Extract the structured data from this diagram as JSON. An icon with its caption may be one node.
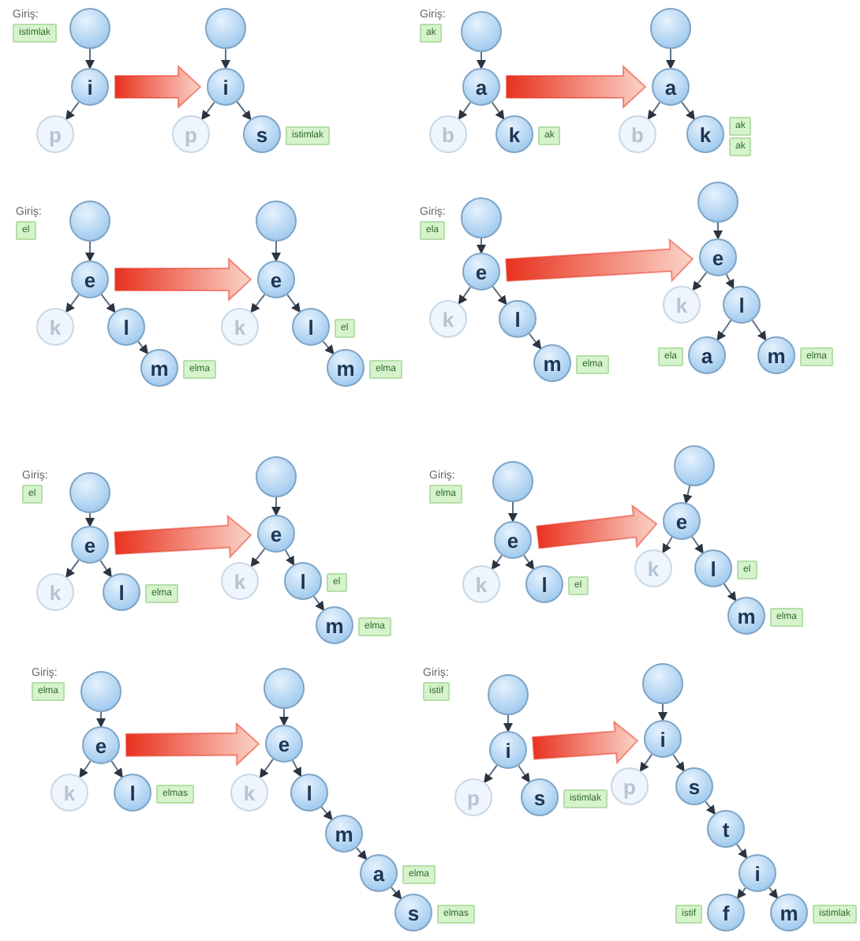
{
  "diagram": {
    "nodes": [
      {
        "text": [
          "Giriş:",
          "istimlak"
        ]
      },
      {
        "text": [],
        "shape": "circle"
      },
      {
        "text": [
          "i"
        ]
      },
      {
        "text": [
          "p"
        ]
      },
      {
        "text": [],
        "shape": "circle"
      },
      {
        "text": [
          "i"
        ]
      },
      {
        "text": [
          "p"
        ]
      },
      {
        "text": [
          "s"
        ]
      },
      {
        "text": [
          "istimlak"
        ]
      },
      {
        "text": [
          "Giriş:",
          "ak"
        ]
      },
      {
        "text": [],
        "shape": "circle"
      },
      {
        "text": [
          "a"
        ]
      },
      {
        "text": [
          "b"
        ]
      },
      {
        "text": [
          "k"
        ]
      },
      {
        "text": [
          "ak"
        ]
      },
      {
        "text": [],
        "shape": "circle"
      },
      {
        "text": [
          "a"
        ]
      },
      {
        "text": [
          "b"
        ]
      },
      {
        "text": [
          "k"
        ]
      },
      {
        "text": [
          "ak"
        ]
      },
      {
        "text": [
          "ak"
        ]
      },
      {
        "text": [
          "Giriş:",
          "el"
        ]
      },
      {
        "text": [],
        "shape": "circle"
      },
      {
        "text": [
          "e"
        ]
      },
      {
        "text": [
          "k"
        ]
      },
      {
        "text": [
          "l"
        ]
      },
      {
        "text": [
          "m"
        ]
      },
      {
        "text": [
          "elma"
        ]
      },
      {
        "text": [],
        "shape": "circle"
      },
      {
        "text": [
          "e"
        ]
      },
      {
        "text": [
          "k"
        ]
      },
      {
        "text": [
          "l"
        ]
      },
      {
        "text": [
          "el"
        ]
      },
      {
        "text": [
          "m"
        ]
      },
      {
        "text": [
          "elma"
        ]
      },
      {
        "text": [
          "Giriş:",
          "ela"
        ]
      },
      {
        "text": [],
        "shape": "circle"
      },
      {
        "text": [
          "e"
        ]
      },
      {
        "text": [
          "k"
        ]
      },
      {
        "text": [
          "l"
        ]
      },
      {
        "text": [
          "m"
        ]
      },
      {
        "text": [
          "elma"
        ]
      },
      {
        "text": [],
        "shape": "circle"
      },
      {
        "text": [
          "e"
        ]
      },
      {
        "text": [
          "k"
        ]
      },
      {
        "text": [
          "l"
        ]
      },
      {
        "text": [
          "ela"
        ]
      },
      {
        "text": [
          "a"
        ]
      },
      {
        "text": [
          "m"
        ]
      },
      {
        "text": [
          "elma"
        ]
      },
      {
        "text": [
          "Giriş:",
          "el"
        ]
      },
      {
        "text": [],
        "shape": "circle"
      },
      {
        "text": [
          "e"
        ]
      },
      {
        "text": [
          "k"
        ]
      },
      {
        "text": [
          "l"
        ]
      },
      {
        "text": [
          "elma"
        ]
      },
      {
        "text": [],
        "shape": "circle"
      },
      {
        "text": [
          "e"
        ]
      },
      {
        "text": [
          "k"
        ]
      },
      {
        "text": [
          "l"
        ]
      },
      {
        "text": [
          "el"
        ]
      },
      {
        "text": [
          "m"
        ]
      },
      {
        "text": [
          "elma"
        ]
      },
      {
        "text": [
          "Giriş:",
          "elma"
        ]
      },
      {
        "text": [],
        "shape": "circle"
      },
      {
        "text": [
          "e"
        ]
      },
      {
        "text": [
          "k"
        ]
      },
      {
        "text": [
          "l"
        ]
      },
      {
        "text": [
          "el"
        ]
      },
      {
        "text": [],
        "shape": "circle"
      },
      {
        "text": [
          "e"
        ]
      },
      {
        "text": [
          "k"
        ]
      },
      {
        "text": [
          "l"
        ]
      },
      {
        "text": [
          "el"
        ]
      },
      {
        "text": [
          "m"
        ]
      },
      {
        "text": [
          "elma"
        ]
      },
      {
        "text": [
          "Giriş:",
          "elma"
        ]
      },
      {
        "text": [],
        "shape": "circle"
      },
      {
        "text": [
          "e"
        ]
      },
      {
        "text": [
          "k"
        ]
      },
      {
        "text": [
          "l"
        ]
      },
      {
        "text": [
          "elmas"
        ]
      },
      {
        "text": [],
        "shape": "circle"
      },
      {
        "text": [
          "e"
        ]
      },
      {
        "text": [
          "k"
        ]
      },
      {
        "text": [
          "l"
        ]
      },
      {
        "text": [
          "m"
        ]
      },
      {
        "text": [
          "a"
        ]
      },
      {
        "text": [
          "elma"
        ]
      },
      {
        "text": [
          "s"
        ]
      },
      {
        "text": [
          "elmas"
        ]
      },
      {
        "text": [
          "Giriş:",
          "istif"
        ]
      },
      {
        "text": [],
        "shape": "circle"
      },
      {
        "text": [
          "i"
        ]
      },
      {
        "text": [
          "p"
        ]
      },
      {
        "text": [
          "s"
        ]
      },
      {
        "text": [
          "istimlak"
        ]
      },
      {
        "text": [],
        "shape": "circle"
      },
      {
        "text": [
          "i"
        ]
      },
      {
        "text": [
          "p"
        ]
      },
      {
        "text": [
          "s"
        ]
      },
      {
        "text": [
          "t"
        ]
      },
      {
        "text": [
          "i"
        ]
      },
      {
        "text": [
          "istif"
        ]
      },
      {
        "text": [
          "f"
        ]
      },
      {
        "text": [
          "m"
        ]
      },
      {
        "text": [
          "istimlak"
        ]
      }
    ],
    "edges": [
      {
        "from": 1,
        "to": 2,
        "arrow": "to"
      },
      {
        "from": 2,
        "to": 3,
        "arrow": "to"
      },
      {
        "from": 4,
        "to": 5,
        "arrow": "to"
      },
      {
        "from": 5,
        "to": 6,
        "arrow": "to"
      },
      {
        "from": 5,
        "to": 7,
        "arrow": "to"
      },
      {
        "from": 2,
        "to": 5,
        "arrow": "to",
        "style": "thick",
        "color": "#e8321e"
      },
      {
        "from": 10,
        "to": 11,
        "arrow": "to"
      },
      {
        "from": 11,
        "to": 12,
        "arrow": "to"
      },
      {
        "from": 11,
        "to": 13,
        "arrow": "to"
      },
      {
        "from": 15,
        "to": 16,
        "arrow": "to"
      },
      {
        "from": 16,
        "to": 17,
        "arrow": "to"
      },
      {
        "from": 16,
        "to": 18,
        "arrow": "to"
      },
      {
        "from": 11,
        "to": 16,
        "arrow": "to",
        "style": "thick",
        "color": "#e8321e"
      },
      {
        "from": 22,
        "to": 23,
        "arrow": "to"
      },
      {
        "from": 23,
        "to": 24,
        "arrow": "to"
      },
      {
        "from": 23,
        "to": 25,
        "arrow": "to"
      },
      {
        "from": 25,
        "to": 26,
        "arrow": "to"
      },
      {
        "from": 28,
        "to": 29,
        "arrow": "to"
      },
      {
        "from": 29,
        "to": 30,
        "arrow": "to"
      },
      {
        "from": 29,
        "to": 31,
        "arrow": "to"
      },
      {
        "from": 31,
        "to": 33,
        "arrow": "to"
      },
      {
        "from": 23,
        "to": 29,
        "arrow": "to",
        "style": "thick",
        "color": "#e8321e"
      },
      {
        "from": 36,
        "to": 37,
        "arrow": "to"
      },
      {
        "from": 37,
        "to": 38,
        "arrow": "to"
      },
      {
        "from": 37,
        "to": 39,
        "arrow": "to"
      },
      {
        "from": 39,
        "to": 40,
        "arrow": "to"
      },
      {
        "from": 42,
        "to": 43,
        "arrow": "to"
      },
      {
        "from": 43,
        "to": 44,
        "arrow": "to"
      },
      {
        "from": 43,
        "to": 45,
        "arrow": "to"
      },
      {
        "from": 45,
        "to": 47,
        "arrow": "to"
      },
      {
        "from": 45,
        "to": 48,
        "arrow": "to"
      },
      {
        "from": 37,
        "to": 43,
        "arrow": "to",
        "style": "thick",
        "color": "#e8321e"
      },
      {
        "from": 51,
        "to": 52,
        "arrow": "to"
      },
      {
        "from": 52,
        "to": 53,
        "arrow": "to"
      },
      {
        "from": 52,
        "to": 54,
        "arrow": "to"
      },
      {
        "from": 56,
        "to": 57,
        "arrow": "to"
      },
      {
        "from": 57,
        "to": 58,
        "arrow": "to"
      },
      {
        "from": 57,
        "to": 59,
        "arrow": "to"
      },
      {
        "from": 59,
        "to": 61,
        "arrow": "to"
      },
      {
        "from": 52,
        "to": 57,
        "arrow": "to",
        "style": "thick",
        "color": "#e8321e"
      },
      {
        "from": 64,
        "to": 65,
        "arrow": "to"
      },
      {
        "from": 65,
        "to": 66,
        "arrow": "to"
      },
      {
        "from": 65,
        "to": 67,
        "arrow": "to"
      },
      {
        "from": 69,
        "to": 70,
        "arrow": "to"
      },
      {
        "from": 70,
        "to": 71,
        "arrow": "to"
      },
      {
        "from": 70,
        "to": 72,
        "arrow": "to"
      },
      {
        "from": 72,
        "to": 74,
        "arrow": "to"
      },
      {
        "from": 65,
        "to": 70,
        "arrow": "to",
        "style": "thick",
        "color": "#e8321e"
      },
      {
        "from": 77,
        "to": 78,
        "arrow": "to"
      },
      {
        "from": 78,
        "to": 79,
        "arrow": "to"
      },
      {
        "from": 78,
        "to": 80,
        "arrow": "to"
      },
      {
        "from": 82,
        "to": 83,
        "arrow": "to"
      },
      {
        "from": 83,
        "to": 84,
        "arrow": "to"
      },
      {
        "from": 83,
        "to": 85,
        "arrow": "to"
      },
      {
        "from": 85,
        "to": 86,
        "arrow": "to"
      },
      {
        "from": 86,
        "to": 87,
        "arrow": "to"
      },
      {
        "from": 87,
        "to": 89,
        "arrow": "to"
      },
      {
        "from": 78,
        "to": 83,
        "arrow": "to",
        "style": "thick",
        "color": "#e8321e"
      },
      {
        "from": 92,
        "to": 93,
        "arrow": "to"
      },
      {
        "from": 93,
        "to": 94,
        "arrow": "to"
      },
      {
        "from": 93,
        "to": 95,
        "arrow": "to"
      },
      {
        "from": 97,
        "to": 98,
        "arrow": "to"
      },
      {
        "from": 98,
        "to": 99,
        "arrow": "to"
      },
      {
        "from": 98,
        "to": 100,
        "arrow": "to"
      },
      {
        "from": 100,
        "to": 101,
        "arrow": "to"
      },
      {
        "from": 101,
        "to": 102,
        "arrow": "to"
      },
      {
        "from": 102,
        "to": 104,
        "arrow": "to"
      },
      {
        "from": 102,
        "to": 105,
        "arrow": "to"
      },
      {
        "from": 93,
        "to": 98,
        "arrow": "to",
        "style": "thick",
        "color": "#e8321e"
      }
    ]
  }
}
